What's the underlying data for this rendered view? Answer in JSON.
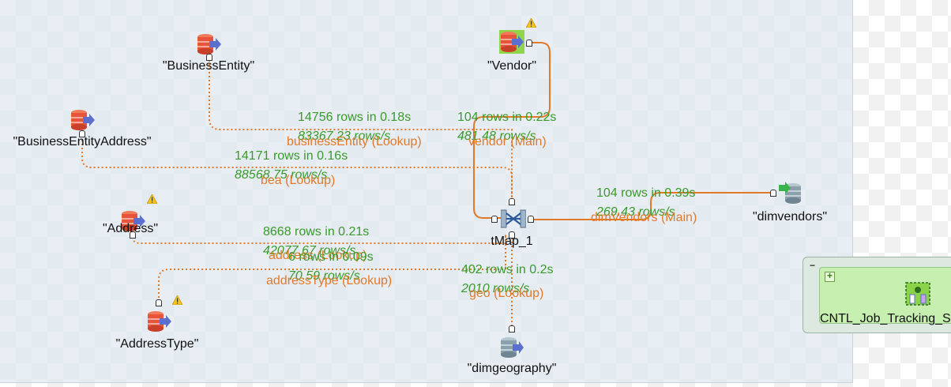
{
  "components": {
    "business_entity": "\"BusinessEntity\"",
    "business_entity_address": "\"BusinessEntityAddress\"",
    "address": "\"Address\"",
    "address_type": "\"AddressType\"",
    "vendor": "\"Vendor\"",
    "tmap": "tMap_1",
    "dimvendors": "\"dimvendors\"",
    "dimgeography": "\"dimgeography\"",
    "cntl": "CNTL_Job_Tracking_St"
  },
  "flows": {
    "business_entity": {
      "rows": "14756 rows in 0.18s",
      "rate": "83367.23 rows/s",
      "name": "businessEntity (Lookup)"
    },
    "vendor": {
      "rows": "104 rows in 0.22s",
      "rate": "481.48 rows/s",
      "name": "vendor (Main)"
    },
    "bea": {
      "rows": "14171 rows in 0.16s",
      "rate": "88568.75 rows/s",
      "name": "bea (Lookup)"
    },
    "dimvendors": {
      "rows": "104 rows in 0.39s",
      "rate": "269.43 rows/s",
      "name": "dimVendors (Main)"
    },
    "address": {
      "rows": "8668 rows in 0.21s",
      "rate": "42077.67 rows/s",
      "name": "address (Lookup)"
    },
    "address_type": {
      "rows": "6 rows in 0.09s",
      "rate": "70.59 rows/s",
      "name": "addressType (Lookup)"
    },
    "geo": {
      "rows": "402 rows in 0.2s",
      "rate": "2010 rows/s",
      "name": "geo (Lookup)"
    }
  },
  "colors": {
    "wire": "#e07a2b",
    "stat_green": "#3a9a2a",
    "db_red": "#e6553a",
    "db_grey": "#8aa0ad",
    "arrow_blue": "#5a6fd0",
    "arrow_green": "#3cb34a",
    "warning_yellow": "#f6c21c"
  },
  "icons": [
    "db-input-icon",
    "db-output-icon",
    "tmap-icon",
    "warning-icon",
    "subjob-icon"
  ]
}
